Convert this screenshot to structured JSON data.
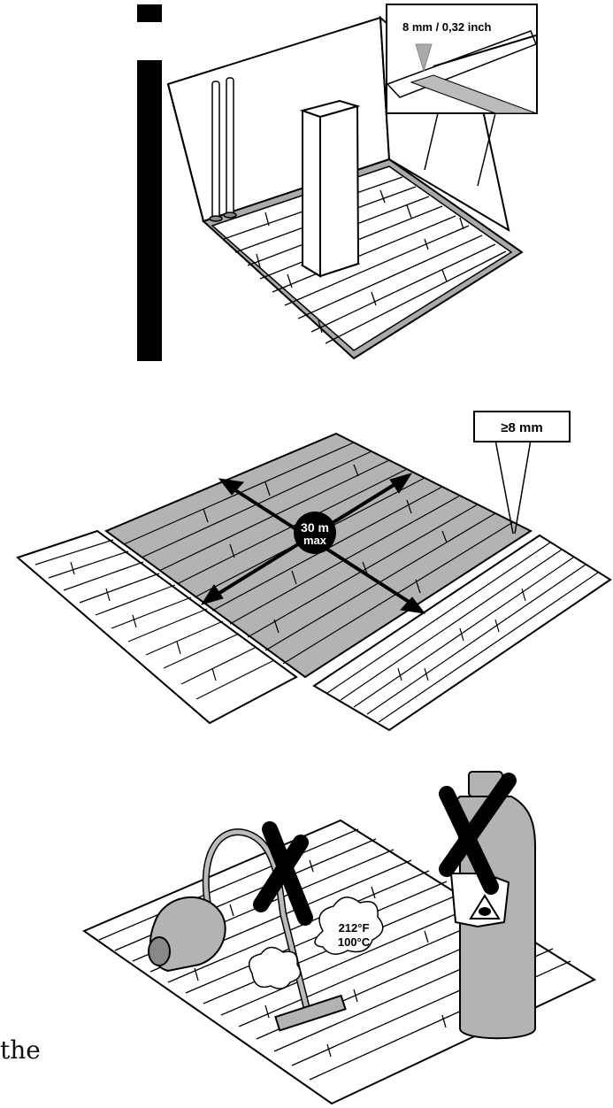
{
  "figure1": {
    "expansion_gap_label": "8 mm / 0,32 inch"
  },
  "figure2": {
    "edge_gap_label": "≥8 mm",
    "max_length_value": "30 m",
    "max_length_unit": "max"
  },
  "figure3": {
    "temperature_fahrenheit": "212°F",
    "temperature_celsius": "100°C"
  },
  "page_text_fragment": "the"
}
